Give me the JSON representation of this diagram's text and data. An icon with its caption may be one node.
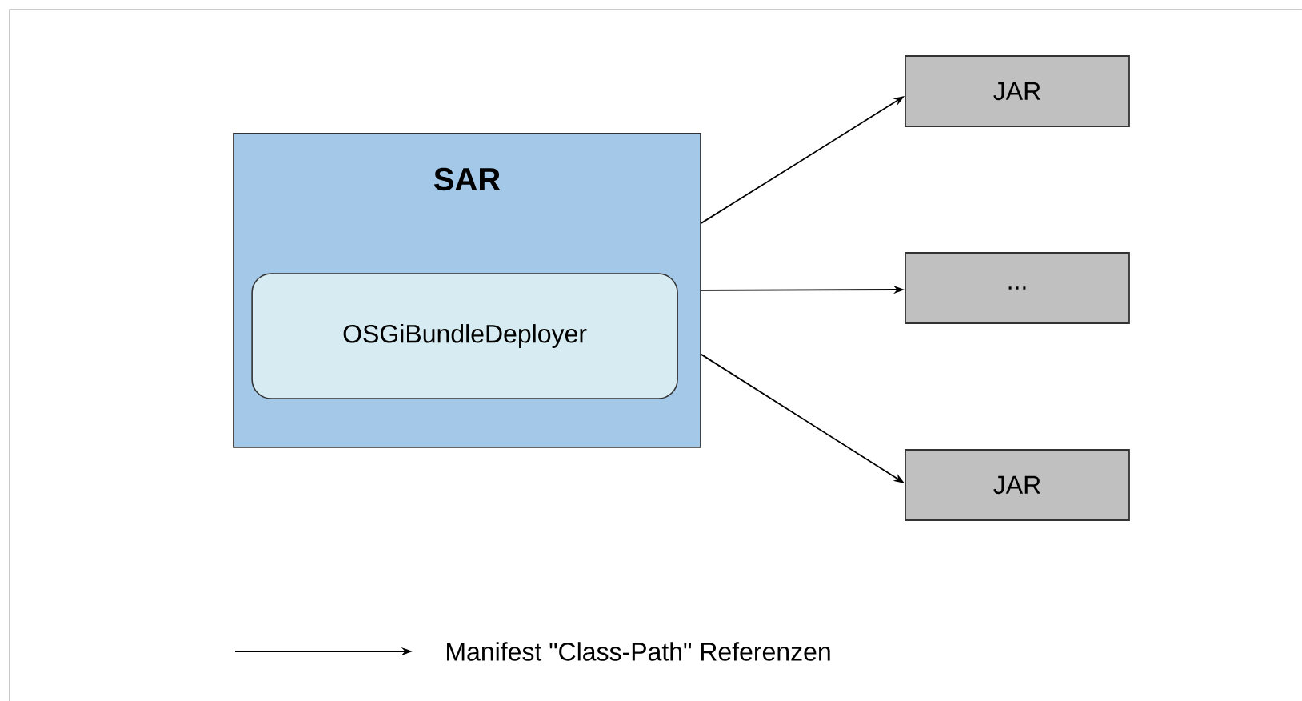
{
  "diagram": {
    "nodes": [
      {
        "text": [
          "SAR"
        ]
      },
      {
        "text": [
          "OSGiBundleDeployer"
        ],
        "in": 0
      },
      {
        "text": [
          "JAR"
        ]
      },
      {
        "text": [
          "..."
        ]
      },
      {
        "text": [
          "JAR"
        ]
      }
    ],
    "edges": [
      {
        "from": 0,
        "to": 2,
        "arrow": "to"
      },
      {
        "from": 0,
        "to": 3,
        "arrow": "to"
      },
      {
        "from": 0,
        "to": 4,
        "arrow": "to"
      }
    ],
    "legend": [
      {
        "text": "Manifest \"Class-Path\" Referenzen"
      }
    ]
  }
}
